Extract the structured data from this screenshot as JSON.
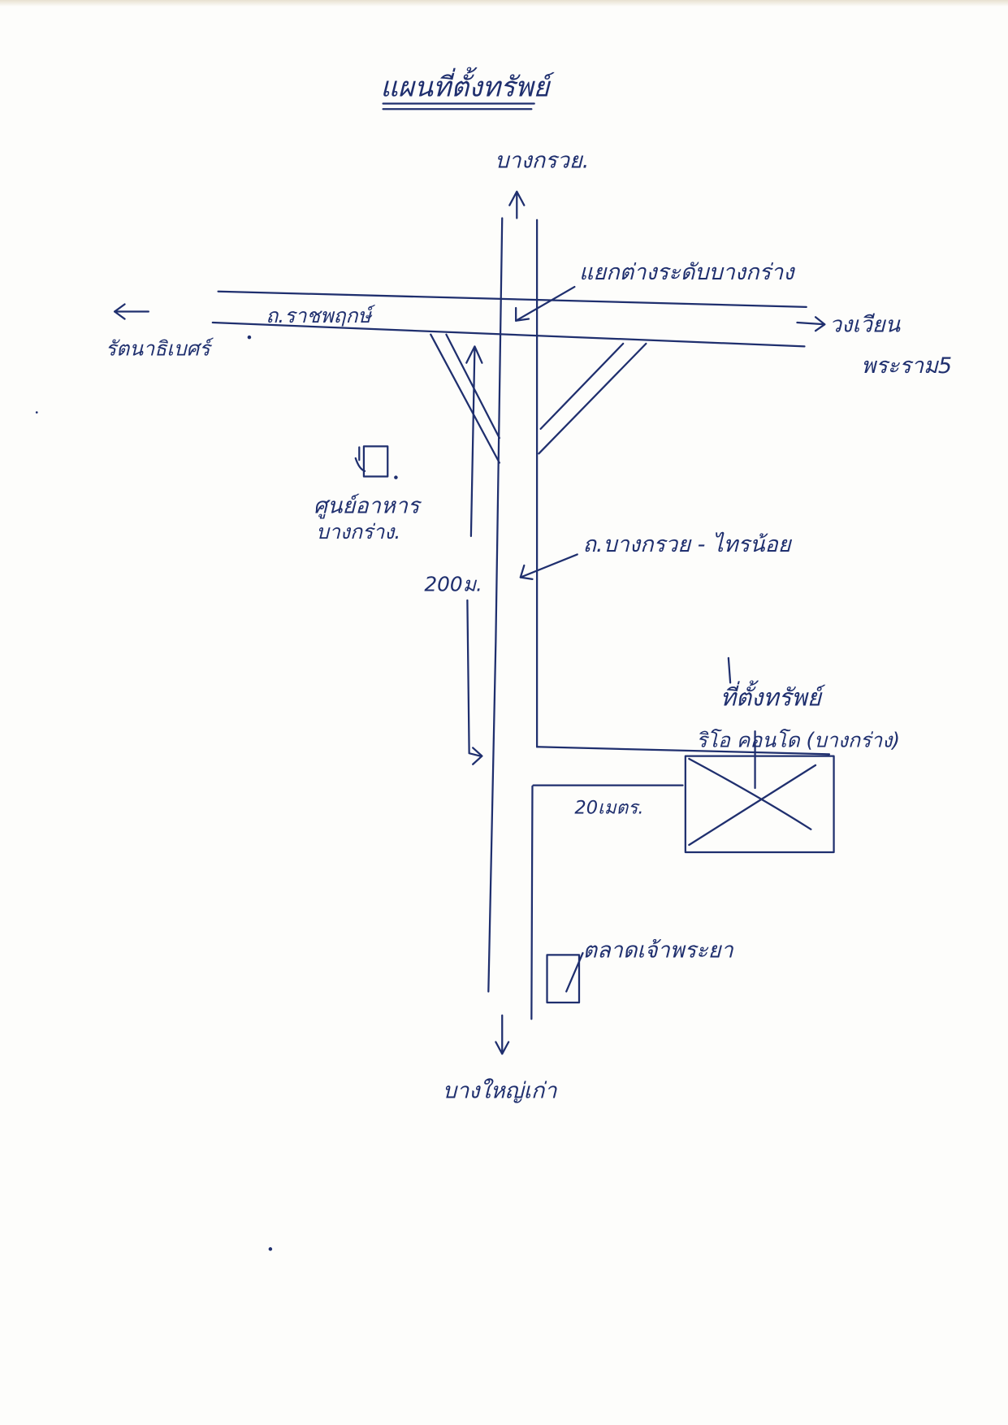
{
  "title": "แผนที่ตั้งทรัพย์",
  "labels": {
    "north": "บางกรวย.",
    "interchange": "แยกต่างระดับบางกร่าง",
    "ratchaphruek_road": "ถ.ราชพฤกษ์",
    "west": "รัตนาธิเบศร์",
    "east_line1": "วงเวียน",
    "east_line2": "พระราม5",
    "landmark_line1": "ศูนย์อาหาร",
    "landmark_line2": "บางกร่าง.",
    "bangkruai_sainoi_road": "ถ.บางกรวย - ไทรน้อย",
    "distance_main": "200ม.",
    "property_title": "ที่ตั้งทรัพย์",
    "property_name": "ริโอ คอนโด (บางกร่าง)",
    "distance_side": "20เมตร.",
    "market": "ตลาดเจ้าพระยา",
    "south": "บางใหญ่เก่า"
  },
  "colors": {
    "ink": "#1f2f6e",
    "paper": "#fdfdfb"
  }
}
